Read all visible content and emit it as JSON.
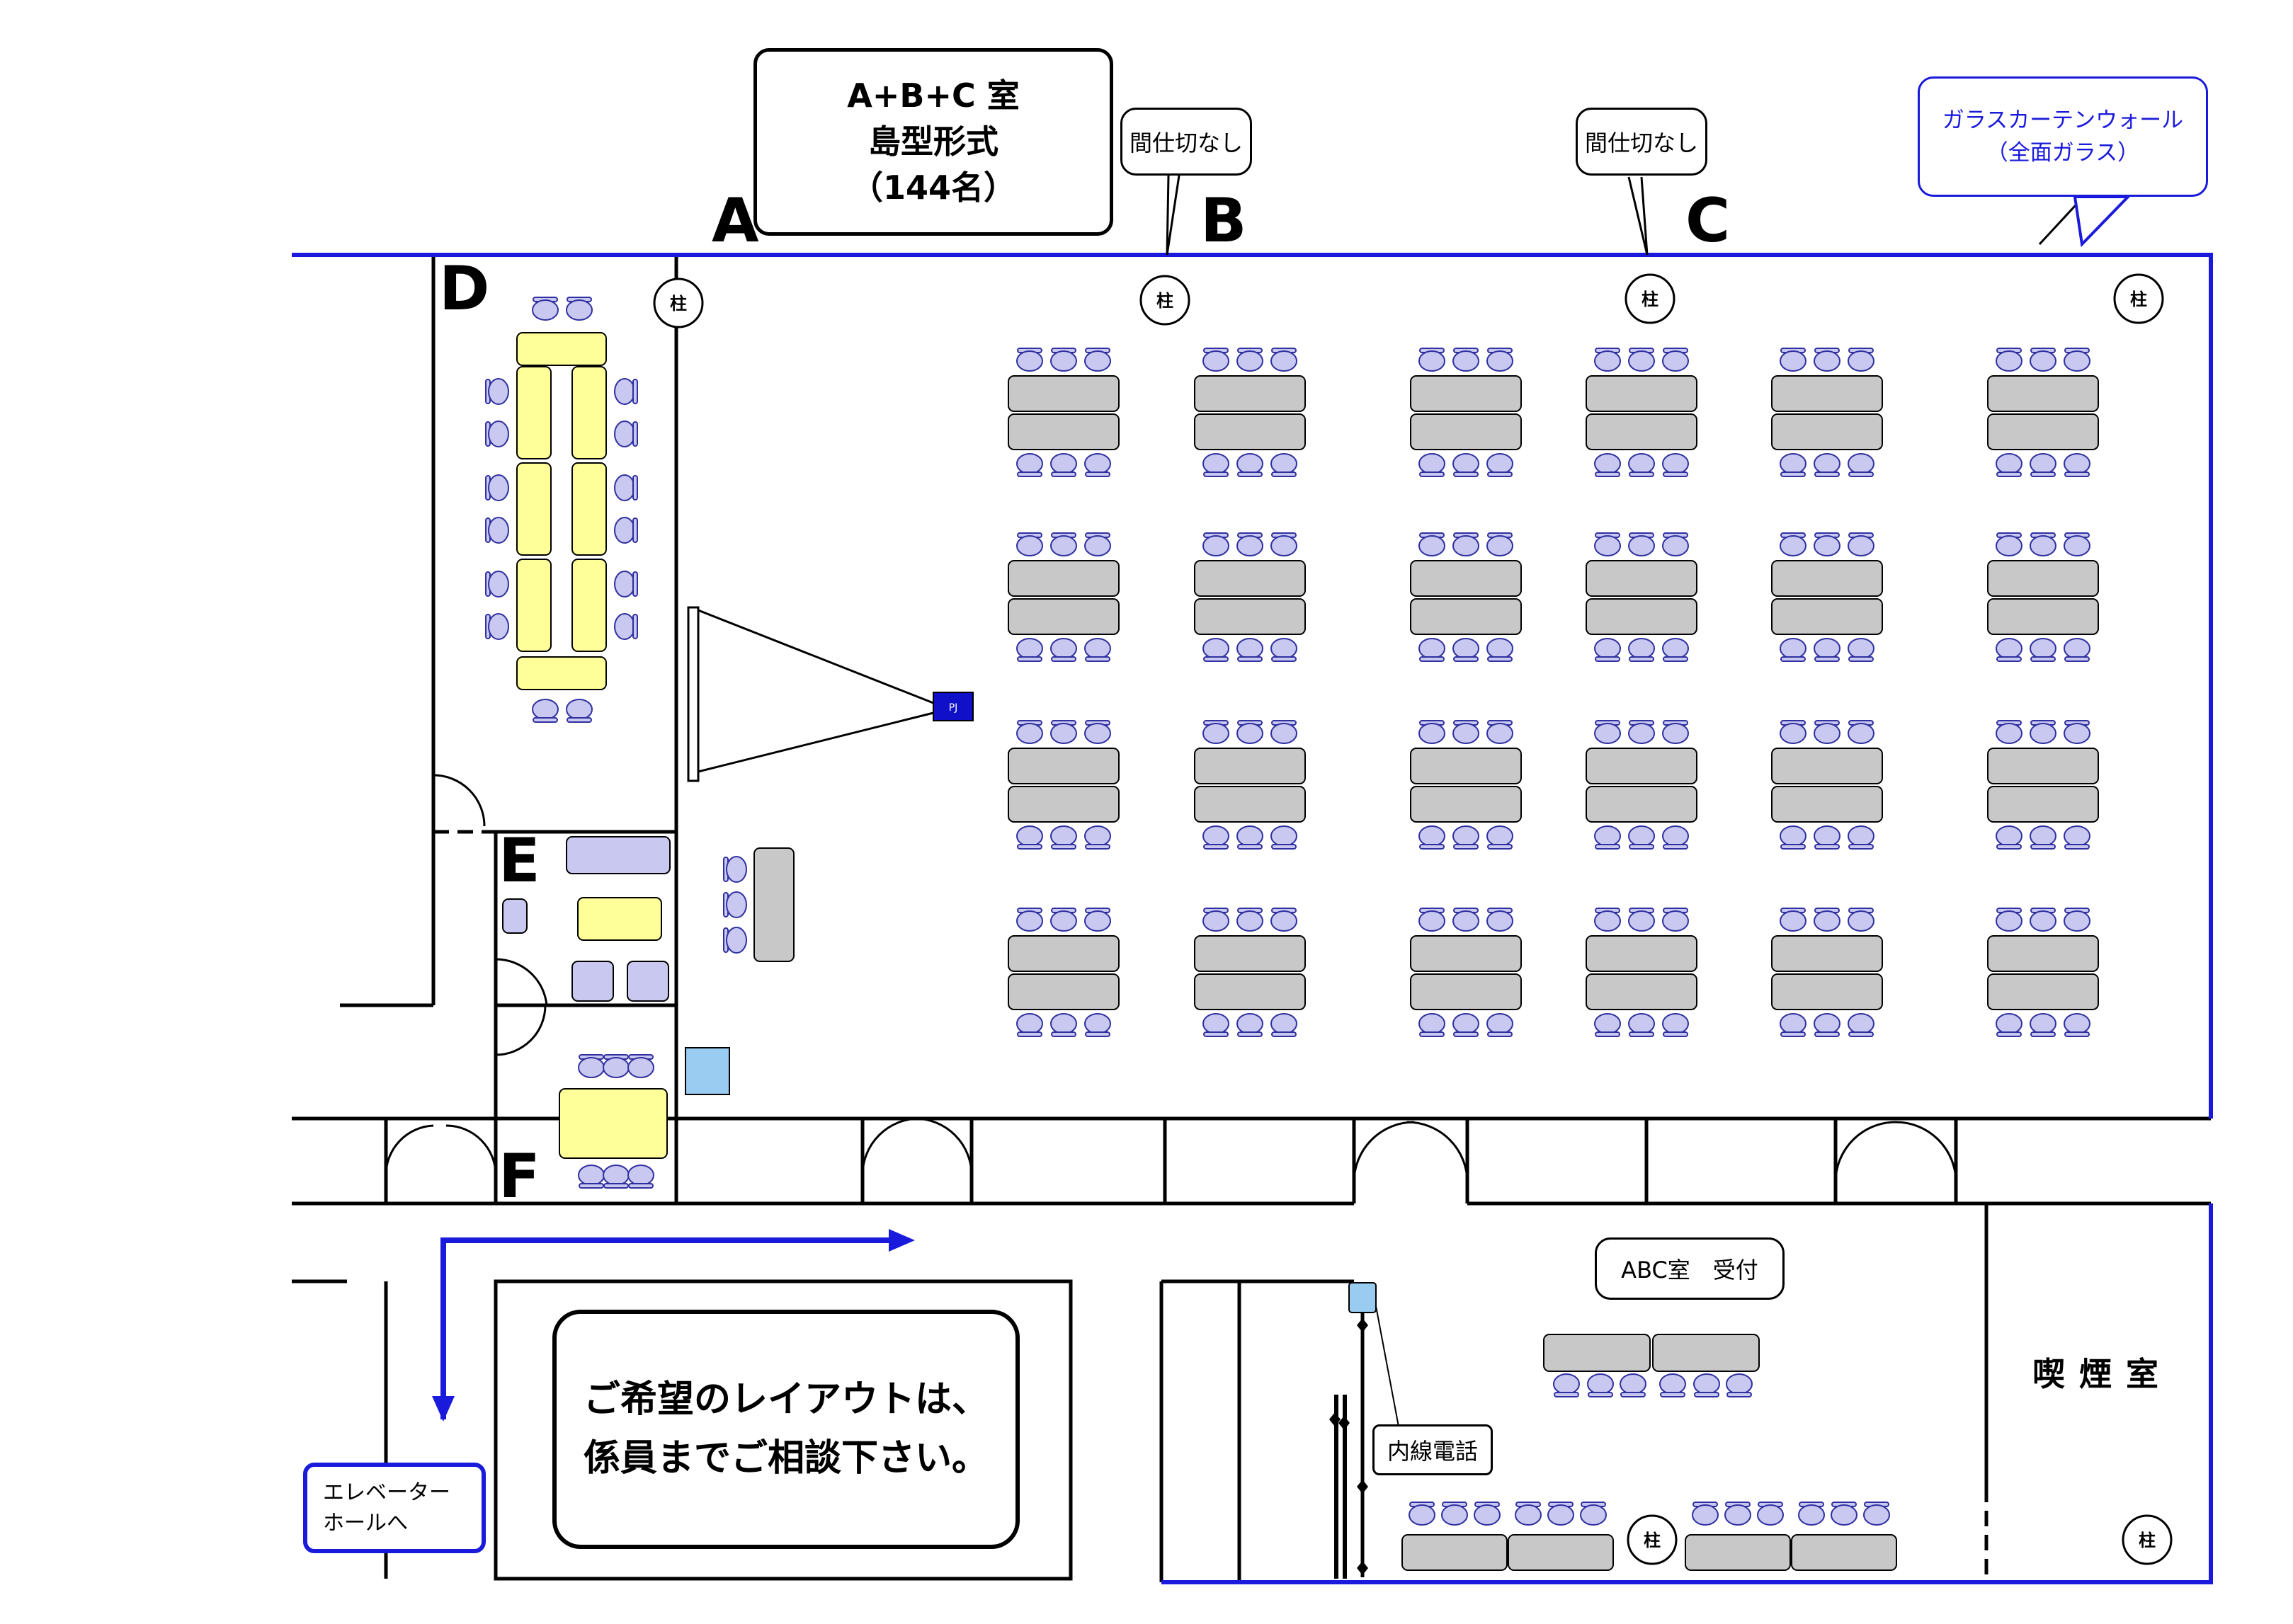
{
  "room_title": {
    "line1": "A+B+C 室",
    "line2": "島型形式",
    "line3": "（144名）"
  },
  "section_labels": {
    "a": "A",
    "b": "B",
    "c": "C",
    "d": "D",
    "e": "E",
    "f": "F"
  },
  "partition_notes": {
    "ab": "間仕切なし",
    "bc": "間仕切なし"
  },
  "glass_wall_note": {
    "line1": "ガラスカーテンウォール",
    "line2": "（全面ガラス）"
  },
  "pillar_label": "柱",
  "projector_label": "PJ",
  "reception_label": "ABC室　受付",
  "phone_label": "内線電話",
  "smoking_room_label": "喫 煙 室",
  "elevator_note": {
    "line1": "エレベーター",
    "line2": "ホールへ"
  },
  "layout_consult_note": {
    "line1": "ご希望のレイアウトは、",
    "line2": "係員までご相談下さい。"
  },
  "colors": {
    "wall_blue": "#1a1adc",
    "chair_fill": "#c8c8f0",
    "chair_stroke": "#3030a0",
    "table_gray": "#c8c8c8",
    "table_yellow": "#ffff99",
    "phone_blue": "#99ccf0",
    "projector_blue": "#1010c8"
  }
}
